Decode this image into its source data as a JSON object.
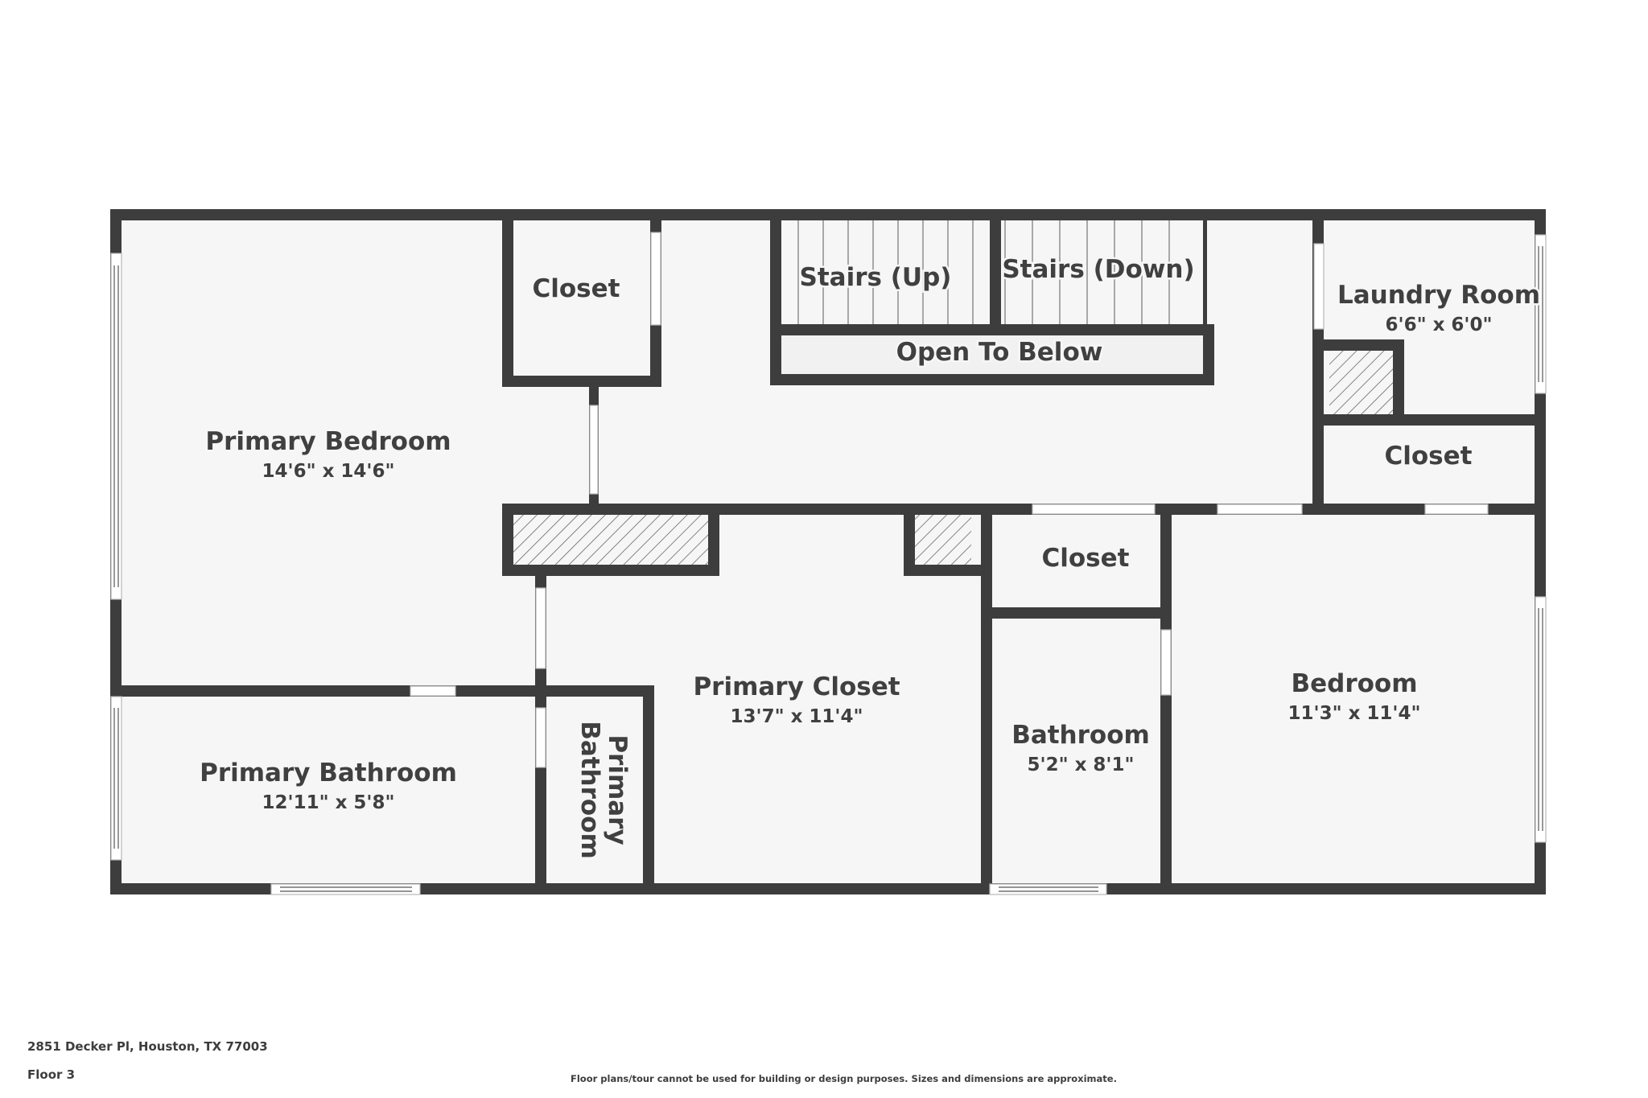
{
  "footer": {
    "address": "2851 Decker Pl, Houston, TX 77003",
    "floor": "Floor 3",
    "disclaimer": "Floor plans/tour cannot be used for building or design purposes. Sizes and dimensions are approximate."
  },
  "colors": {
    "wall": "#3d3d3d",
    "floor": "#f6f6f6",
    "text": "#404040",
    "opening": "#ffffff"
  },
  "rooms": {
    "primary_bedroom": {
      "name": "Primary Bedroom",
      "dims": "14'6\" x 14'6\""
    },
    "closet_top_left": {
      "name": "Closet"
    },
    "stairs_up": {
      "name": "Stairs (Up)"
    },
    "stairs_down": {
      "name": "Stairs (Down)"
    },
    "open_to_below": {
      "name": "Open To Below"
    },
    "laundry_room": {
      "name": "Laundry Room",
      "dims": "6'6\" x 6'0\""
    },
    "closet_right": {
      "name": "Closet"
    },
    "closet_middle": {
      "name": "Closet"
    },
    "primary_closet": {
      "name": "Primary Closet",
      "dims": "13'7\" x 11'4\""
    },
    "bathroom": {
      "name": "Bathroom",
      "dims": "5'2\" x 8'1\""
    },
    "bedroom": {
      "name": "Bedroom",
      "dims": "11'3\" x 11'4\""
    },
    "primary_bathroom": {
      "name": "Primary Bathroom",
      "dims": "12'11\" x 5'8\""
    },
    "primary_bathroom_wc": {
      "name_line1": "Primary",
      "name_line2": "Bathroom"
    }
  }
}
